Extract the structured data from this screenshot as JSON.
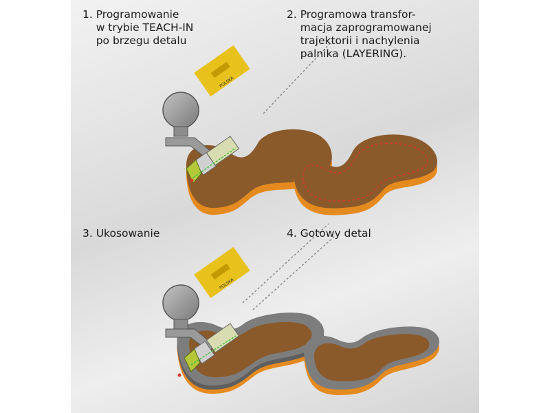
{
  "steps": [
    {
      "id": "step-1",
      "lines": [
        "1. Programowanie",
        "    w trybie TEACH-IN",
        "    po brzegu detalu"
      ]
    },
    {
      "id": "step-2",
      "lines": [
        "2. Programowa transfor-",
        "    macja zaprogramowanej",
        "    trajektorii i nachylenia",
        "    palnika (LAYERING)."
      ]
    },
    {
      "id": "step-3",
      "lines": [
        "3. Ukosowanie"
      ]
    },
    {
      "id": "step-4",
      "lines": [
        "4. Gotowy detal"
      ]
    }
  ],
  "logo_text": "POLSKA",
  "colors": {
    "part_top": "#8a5a2b",
    "part_edge": "#e58a1f",
    "bevel": "#7d7d7d",
    "torch_gray": "#9a9a9a",
    "yellow": "#e8c21a",
    "path_red": "#d83a2a",
    "laser_green": "#3fbf3f"
  }
}
